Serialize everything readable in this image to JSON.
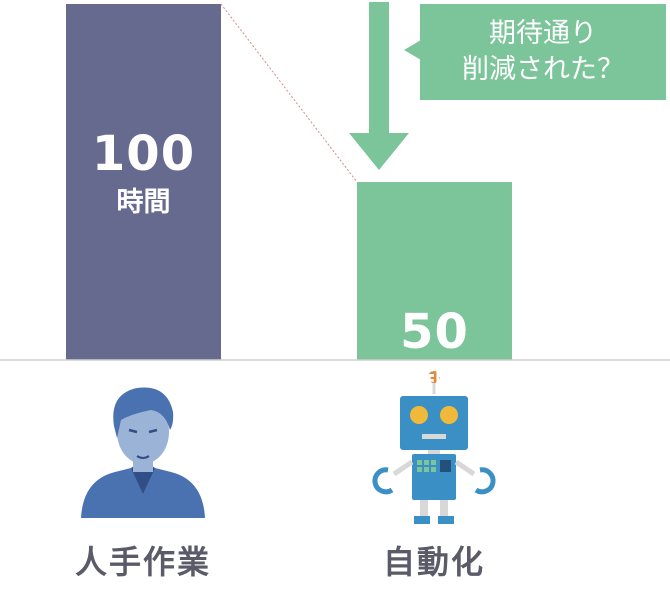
{
  "chart_data": {
    "type": "bar",
    "categories": [
      "人手作業",
      "自動化"
    ],
    "values": [
      100,
      50
    ],
    "value_labels": [
      "100",
      "50"
    ],
    "unit": "時間",
    "ylim": [
      0,
      100
    ],
    "grid": false,
    "bar_colors": [
      "#666a8f",
      "#7cc59a"
    ]
  },
  "callout": {
    "line1": "期待通り",
    "line2": "削減された？"
  },
  "icons": [
    "person-icon",
    "robot-icon",
    "down-arrow-icon"
  ],
  "colors": {
    "manual_bar": "#666a8f",
    "auto_bar": "#7cc59a",
    "label_text": "#5a5a68",
    "baseline": "#cfcfcf"
  }
}
